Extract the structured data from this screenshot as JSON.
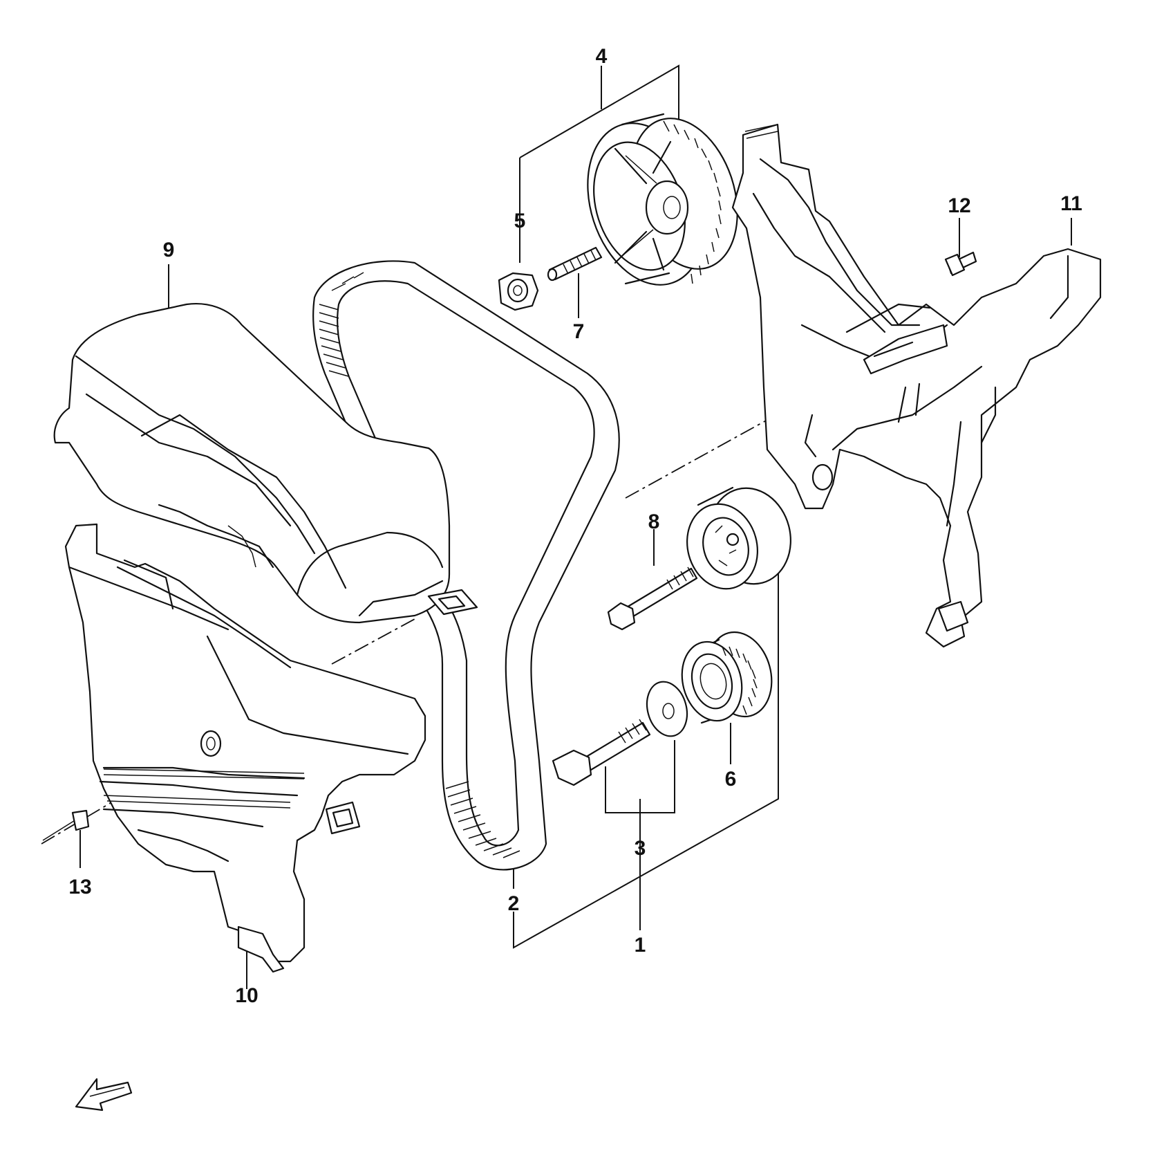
{
  "labels": [
    {
      "id": "1",
      "text": "1"
    },
    {
      "id": "2",
      "text": "2"
    },
    {
      "id": "3",
      "text": "3"
    },
    {
      "id": "4",
      "text": "4"
    },
    {
      "id": "5",
      "text": "5"
    },
    {
      "id": "6",
      "text": "6"
    },
    {
      "id": "7",
      "text": "7"
    },
    {
      "id": "8",
      "text": "8"
    },
    {
      "id": "9",
      "text": "9"
    },
    {
      "id": "10",
      "text": "10"
    },
    {
      "id": "11",
      "text": "11"
    },
    {
      "id": "12",
      "text": "12"
    },
    {
      "id": "13",
      "text": "13"
    }
  ],
  "line_color": "#111111",
  "background": "#ffffff",
  "orientation_icon": "forward-arrow-icon"
}
